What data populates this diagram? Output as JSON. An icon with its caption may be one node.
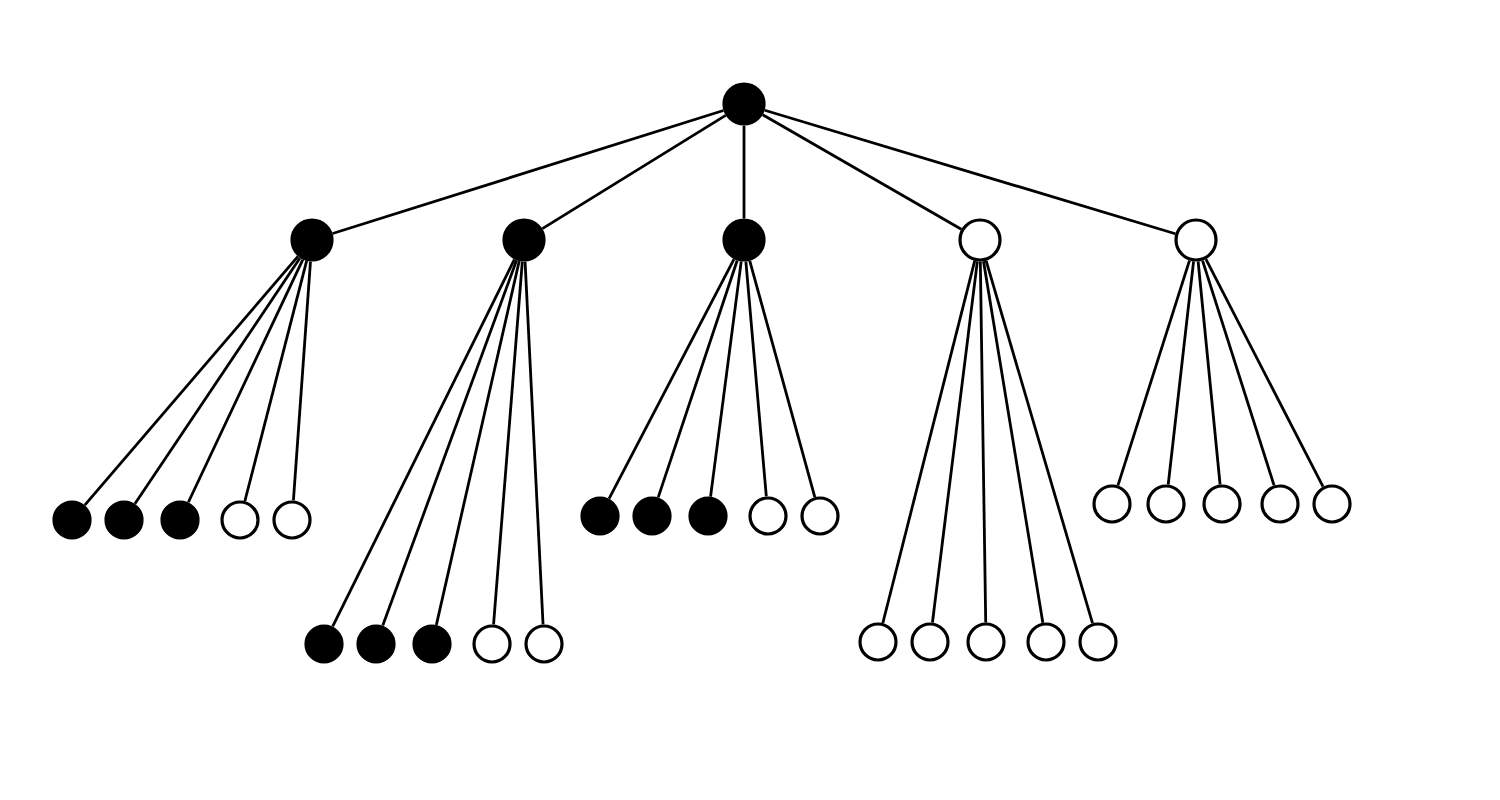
{
  "diagram": {
    "nodes": [
      {
        "text": [],
        "shape": "dot"
      },
      {
        "text": [],
        "shape": "dot"
      },
      {
        "text": [],
        "shape": "dot"
      },
      {
        "text": [],
        "shape": "dot"
      },
      {
        "text": [],
        "shape": "circle"
      },
      {
        "text": [],
        "shape": "circle"
      },
      {
        "text": [],
        "shape": "dot"
      },
      {
        "text": [],
        "shape": "dot"
      },
      {
        "text": [],
        "shape": "dot"
      },
      {
        "text": [],
        "shape": "circle"
      },
      {
        "text": [],
        "shape": "circle"
      },
      {
        "text": [],
        "shape": "dot"
      },
      {
        "text": [],
        "shape": "dot"
      },
      {
        "text": [],
        "shape": "dot"
      },
      {
        "text": [],
        "shape": "circle"
      },
      {
        "text": [],
        "shape": "circle"
      },
      {
        "text": [],
        "shape": "dot"
      },
      {
        "text": [],
        "shape": "dot"
      },
      {
        "text": [],
        "shape": "dot"
      },
      {
        "text": [],
        "shape": "circle"
      },
      {
        "text": [],
        "shape": "circle"
      },
      {
        "text": [],
        "shape": "circle"
      },
      {
        "text": [],
        "shape": "circle"
      },
      {
        "text": [],
        "shape": "circle"
      },
      {
        "text": [],
        "shape": "circle"
      },
      {
        "text": [],
        "shape": "circle"
      },
      {
        "text": [],
        "shape": "circle"
      },
      {
        "text": [],
        "shape": "circle"
      },
      {
        "text": [],
        "shape": "circle"
      },
      {
        "text": [],
        "shape": "circle"
      },
      {
        "text": [],
        "shape": "circle"
      }
    ],
    "edges": [
      {
        "from": 0,
        "to": 1,
        "arrow": "none"
      },
      {
        "from": 0,
        "to": 2,
        "arrow": "none"
      },
      {
        "from": 0,
        "to": 3,
        "arrow": "none"
      },
      {
        "from": 0,
        "to": 4,
        "arrow": "none"
      },
      {
        "from": 0,
        "to": 5,
        "arrow": "none"
      },
      {
        "from": 1,
        "to": 6,
        "arrow": "none"
      },
      {
        "from": 1,
        "to": 7,
        "arrow": "none"
      },
      {
        "from": 1,
        "to": 8,
        "arrow": "none"
      },
      {
        "from": 1,
        "to": 9,
        "arrow": "none"
      },
      {
        "from": 1,
        "to": 10,
        "arrow": "none"
      },
      {
        "from": 2,
        "to": 11,
        "arrow": "none"
      },
      {
        "from": 2,
        "to": 12,
        "arrow": "none"
      },
      {
        "from": 2,
        "to": 13,
        "arrow": "none"
      },
      {
        "from": 2,
        "to": 14,
        "arrow": "none"
      },
      {
        "from": 2,
        "to": 15,
        "arrow": "none"
      },
      {
        "from": 3,
        "to": 16,
        "arrow": "none"
      },
      {
        "from": 3,
        "to": 17,
        "arrow": "none"
      },
      {
        "from": 3,
        "to": 18,
        "arrow": "none"
      },
      {
        "from": 3,
        "to": 19,
        "arrow": "none"
      },
      {
        "from": 3,
        "to": 20,
        "arrow": "none"
      },
      {
        "from": 4,
        "to": 21,
        "arrow": "none"
      },
      {
        "from": 4,
        "to": 22,
        "arrow": "none"
      },
      {
        "from": 4,
        "to": 23,
        "arrow": "none"
      },
      {
        "from": 4,
        "to": 24,
        "arrow": "none"
      },
      {
        "from": 4,
        "to": 25,
        "arrow": "none"
      },
      {
        "from": 5,
        "to": 26,
        "arrow": "none"
      },
      {
        "from": 5,
        "to": 27,
        "arrow": "none"
      },
      {
        "from": 5,
        "to": 28,
        "arrow": "none"
      },
      {
        "from": 5,
        "to": 29,
        "arrow": "none"
      },
      {
        "from": 5,
        "to": 30,
        "arrow": "none"
      }
    ]
  }
}
